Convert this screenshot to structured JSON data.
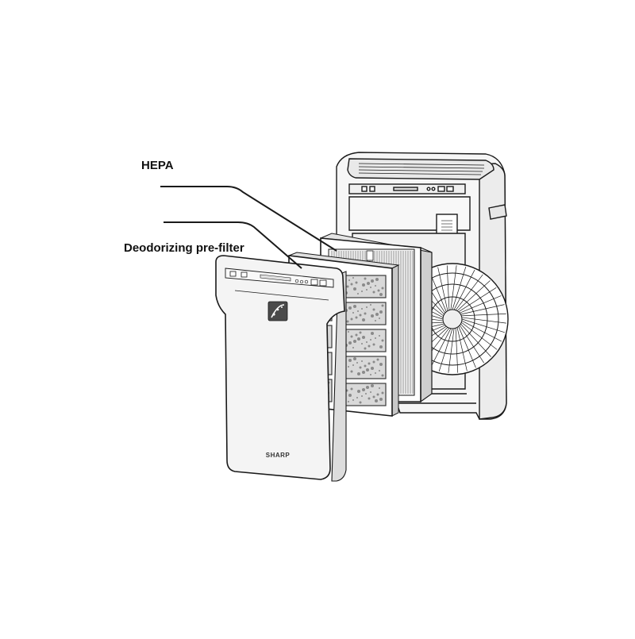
{
  "labels": {
    "hepa": "HEPA",
    "deodorizing": "Deodorizing pre-filter"
  },
  "brand": {
    "logo_text": "SHARP"
  },
  "colors": {
    "line": "#1a1a1a",
    "body_fill": "#f6f6f6",
    "panel_fill": "#f4f4f4",
    "filter_frame": "#3a3a3a",
    "carbon_fill": "#d9d9d9",
    "pleat": "#555555",
    "fan_fill": "#ffffff"
  },
  "icons": [
    "plasmacluster-logo-icon",
    "fan-icon"
  ]
}
